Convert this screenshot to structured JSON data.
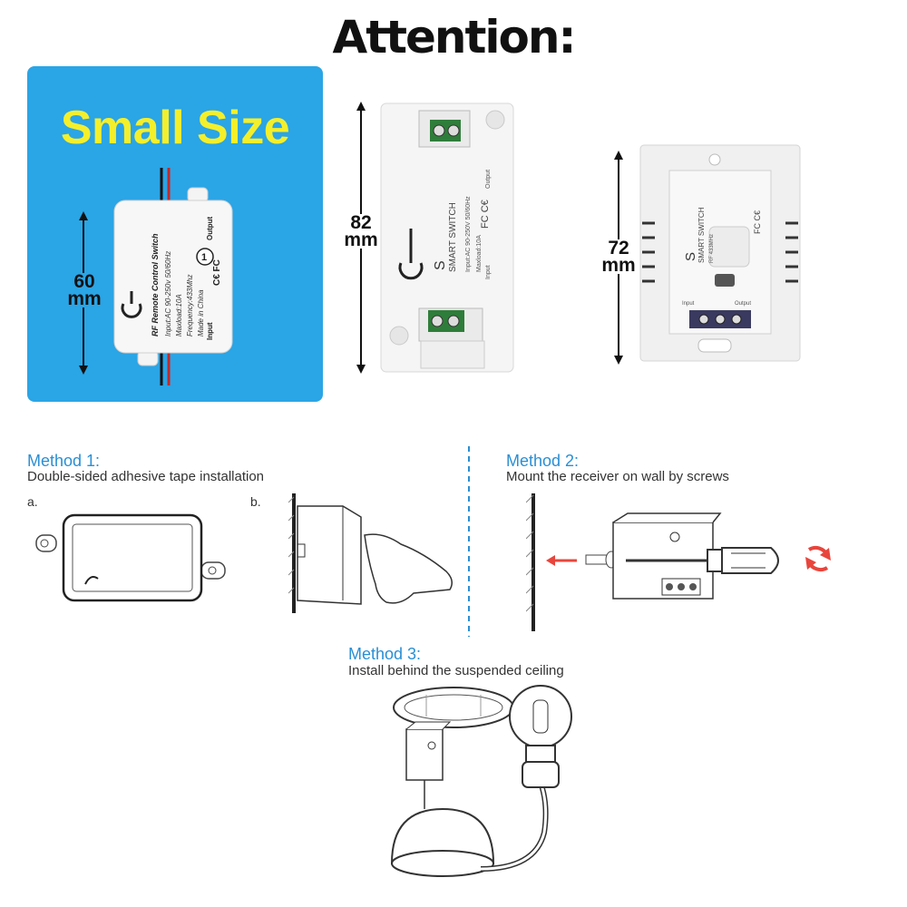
{
  "header": {
    "title": "Attention:"
  },
  "size_panel": {
    "label": "Small Size",
    "dimension_value": "60",
    "dimension_unit": "mm",
    "device": {
      "title": "RF Remote Control Switch",
      "lines": [
        "Input:AC 90-250v 50/60Hz",
        "Maxload:10A",
        "Frequency:433Mhz",
        "Made in China"
      ],
      "output_label": "Output",
      "input_label": "Input",
      "badge": "1"
    }
  },
  "device_82": {
    "dimension_value": "82",
    "dimension_unit": "mm",
    "device": {
      "brand": "SMART SWITCH",
      "brand_mark": "S",
      "lines": [
        "Input:AC 90-250V 50/60Hz",
        "Maxload:10A"
      ],
      "output_label": "Output",
      "input_label": "Input"
    }
  },
  "device_72": {
    "dimension_value": "72",
    "dimension_unit": "mm",
    "device": {
      "brand": "SMART SWITCH",
      "brand_mark": "S",
      "freq": "RF 433MHz",
      "input_label": "Input",
      "output_label": "Output"
    }
  },
  "methods": [
    {
      "title": "Method 1:",
      "description": "Double-sided adhesive tape installation",
      "steps": [
        "a.",
        "b."
      ]
    },
    {
      "title": "Method 2:",
      "description": "Mount the receiver on wall by screws"
    },
    {
      "title": "Method 3:",
      "description": "Install behind the suspended ceiling"
    }
  ],
  "colors": {
    "panel_blue": "#2aa5e6",
    "headline_yellow": "#f4ef2b",
    "method_blue": "#2a8fd4",
    "arrow_red": "#e8453c"
  }
}
